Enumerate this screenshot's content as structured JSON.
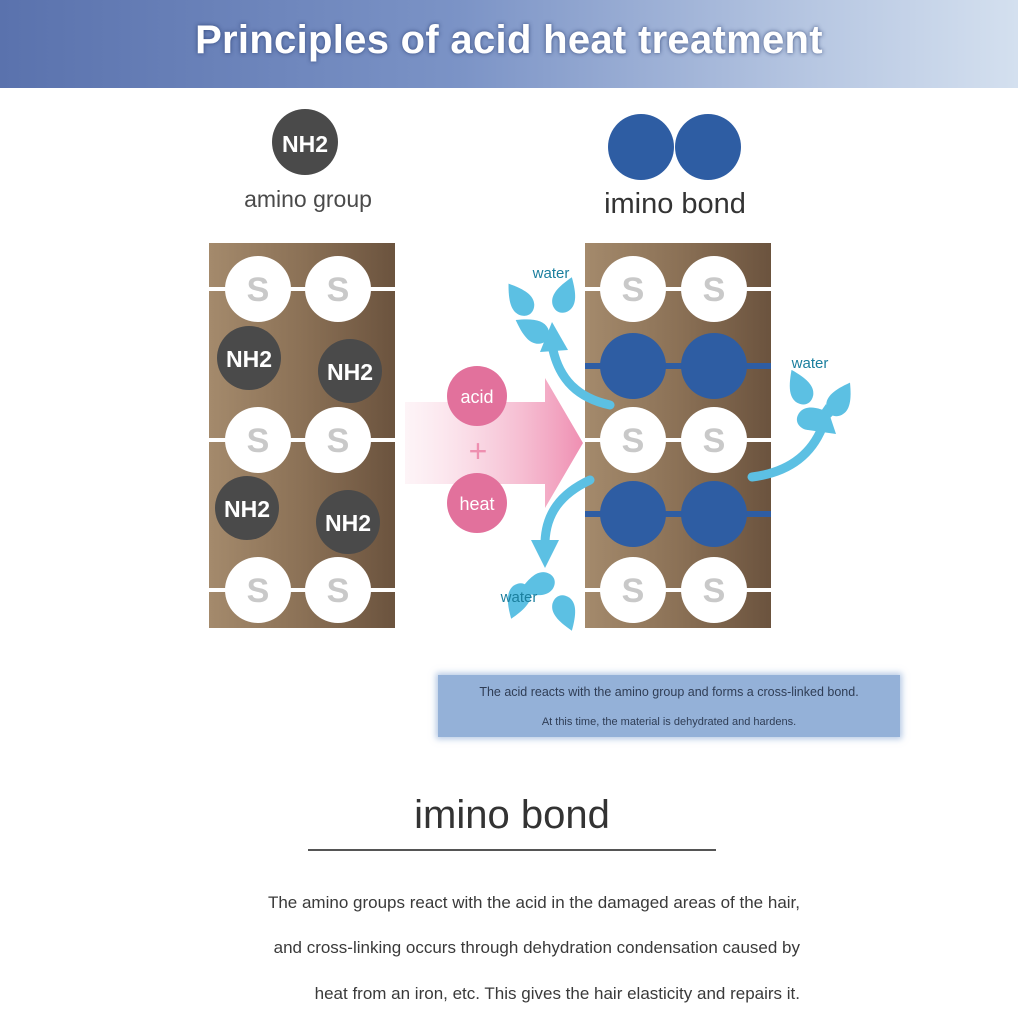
{
  "header": {
    "title": "Principles of acid heat treatment"
  },
  "legend": {
    "amino_symbol": "NH2",
    "amino_label": "amino group",
    "imino_label": "imino bond"
  },
  "diagram": {
    "sulfur_label": "S",
    "amino_symbol": "NH2",
    "reagent_acid": "acid",
    "reagent_plus": "+",
    "reagent_heat": "heat",
    "water_labels": [
      "water",
      "water",
      "water"
    ]
  },
  "caption": {
    "line1": "The acid reacts with the amino group and forms a cross-linked bond.",
    "line2": "At this time, the material is dehydrated and hardens."
  },
  "section": {
    "title": "imino bond",
    "body": [
      "The amino groups react with the acid in the damaged areas of the hair,",
      "and cross-linking occurs through dehydration condensation caused by",
      "heat from an iron, etc. This gives the hair elasticity and repairs it."
    ]
  },
  "colors": {
    "header_start": "#5a72ad",
    "hair_brown": "#8a6f55",
    "amino_dark": "#4a4a4a",
    "imino_blue": "#2e5da3",
    "acid_pink": "#e2719c",
    "water_cyan": "#5cc0e3",
    "caption_blue": "#94b1d8"
  }
}
